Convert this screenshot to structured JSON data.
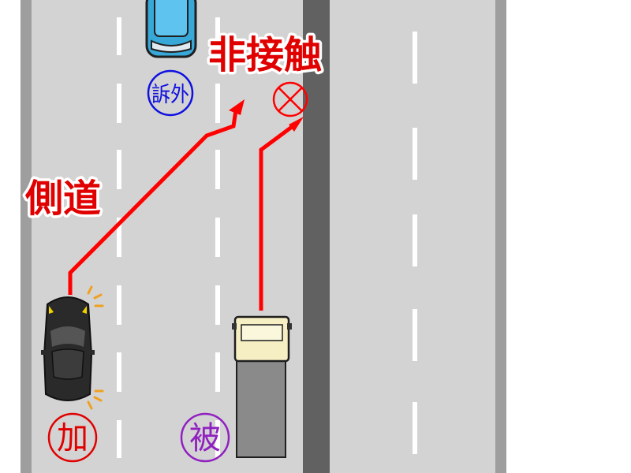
{
  "labels": {
    "side_road": "側道",
    "no_contact": "非接触"
  },
  "markers": {
    "out_of_scope": "訴外",
    "perpetrator": "加",
    "victim": "被"
  },
  "colors": {
    "road": "#d3d3d3",
    "edge": "#9e9e9e",
    "median": "#616161",
    "lane_dash": "#ffffff",
    "path": "#ff0000",
    "label_red": "#e00000",
    "marker_blue": "#1010e0",
    "marker_red": "#e00000",
    "marker_purple": "#9020c0",
    "car_black": "#2a2a2a",
    "car_blue": "#38a8d8",
    "truck_cab": "#f6efc4",
    "truck_box": "#8a8a8a",
    "spark_orange": "#f0a020"
  }
}
